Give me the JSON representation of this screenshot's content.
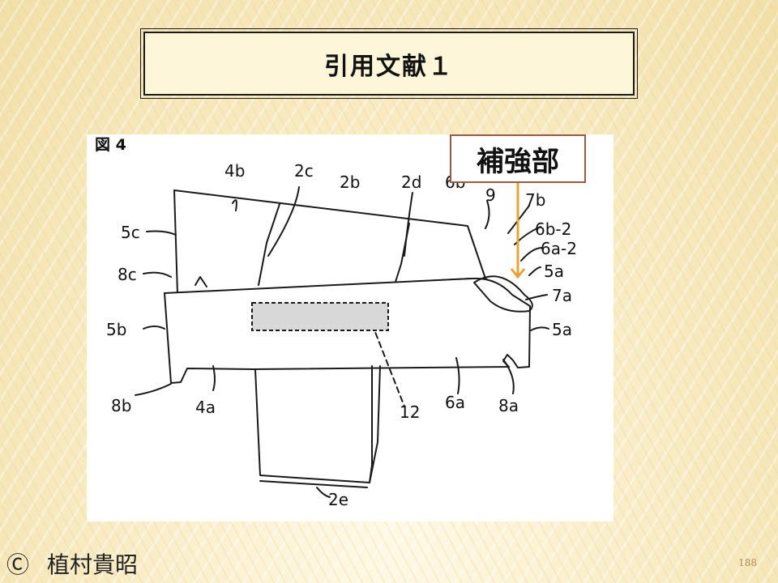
{
  "slide": {
    "title": "引用文献１",
    "callout": "補強部",
    "footer_copyright_symbol": "Ⓒ",
    "footer_author": "植村貴昭",
    "page_number": "188"
  },
  "figure": {
    "caption": "図 4",
    "labels": {
      "l4b": "4b",
      "l2c": "2c",
      "l2b": "2b",
      "l2d": "2d",
      "l6b": "6b",
      "l9": "9",
      "l7b": "7b",
      "l6b2": "6b-2",
      "l6a2": "6a-2",
      "l5a_top": "5a",
      "l7a": "7a",
      "l5a_right": "5a",
      "l5c": "5c",
      "l8c": "8c",
      "l5b": "5b",
      "l8b": "8b",
      "l4a": "4a",
      "l12": "12",
      "l6a": "6a",
      "l8a": "8a",
      "l2e": "2e"
    }
  },
  "colors": {
    "arrow": "#e8a23a",
    "callout_border": "#9b5a3f",
    "line": "#1a1a1a"
  }
}
